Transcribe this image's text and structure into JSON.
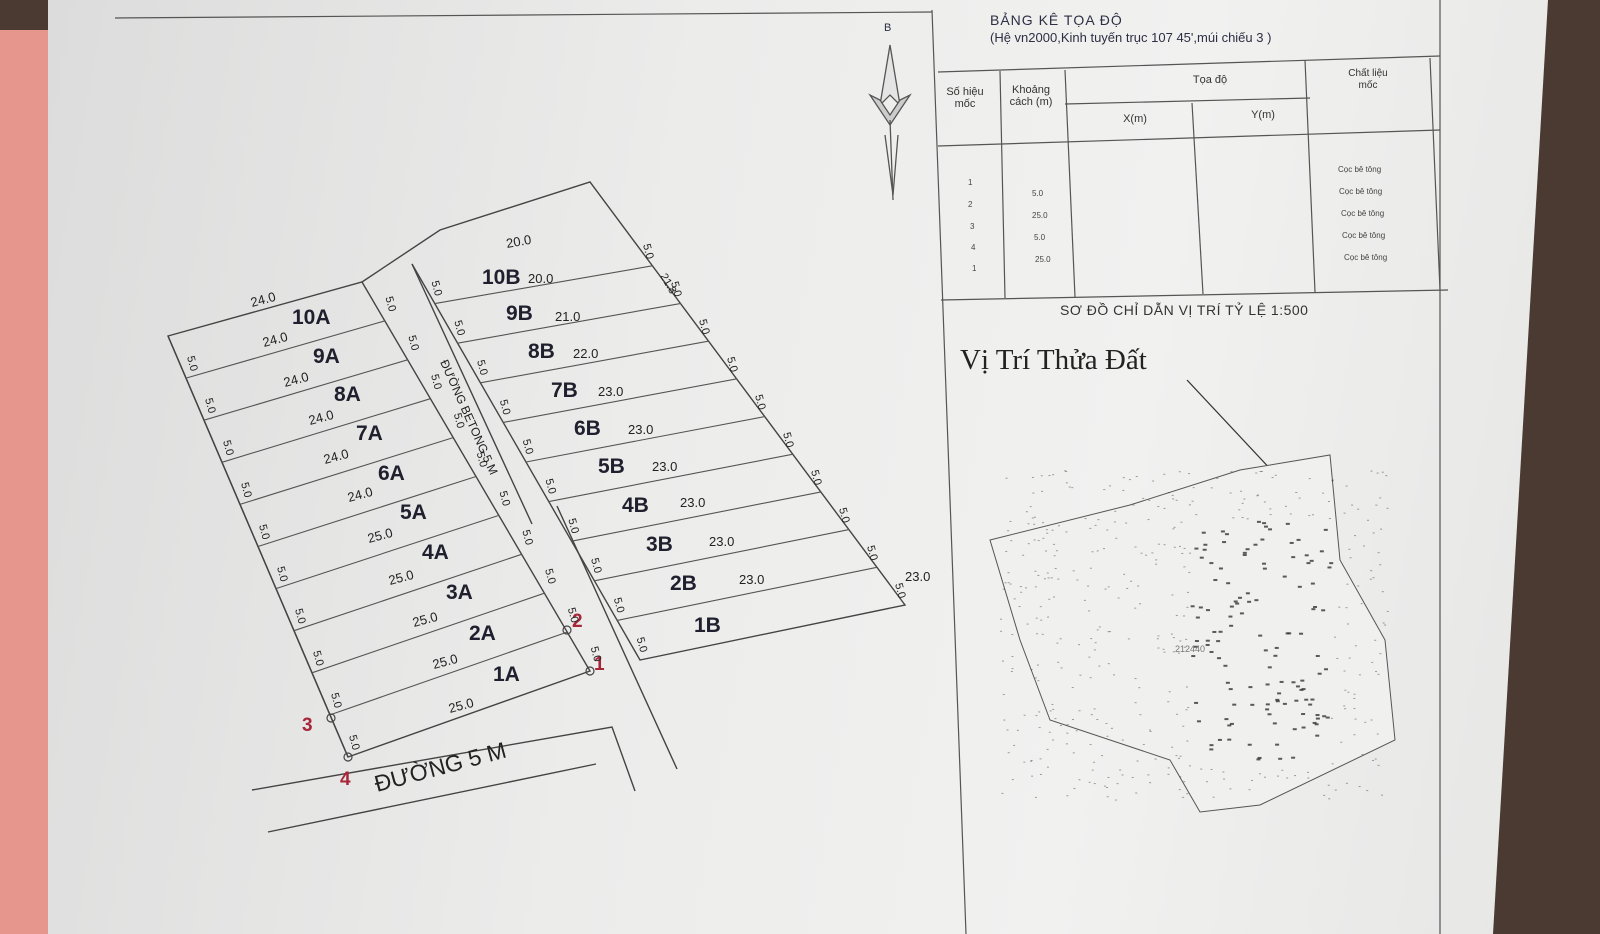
{
  "header": {
    "north_label": "B",
    "coord_table_title": "BẢNG KÊ TỌA ĐỘ",
    "coord_table_subtitle": "(Hệ vn2000,Kinh tuyến trục 107 45',múi chiếu 3 )"
  },
  "coord_table": {
    "columns": {
      "marker_no": "Số hiệu mốc",
      "distance": "Khoảng cách (m)",
      "coordinates": "Tọa độ",
      "x": "X(m)",
      "y": "Y(m)",
      "material": "Chất liệu mốc"
    },
    "rows": [
      {
        "marker": "1",
        "distance": "",
        "material": "Cọc bê tông"
      },
      {
        "marker": "2",
        "distance": "5.0",
        "material": "Cọc bê tông"
      },
      {
        "marker": "3",
        "distance": "25.0",
        "material": "Cọc bê tông"
      },
      {
        "marker": "4",
        "distance": "5.0",
        "material": "Cọc bê tông"
      },
      {
        "marker": "1",
        "distance": "25.0",
        "material": "Cọc bê tông"
      }
    ]
  },
  "location_map": {
    "scale_title": "SƠ ĐỒ CHỈ DẪN VỊ TRÍ TỶ LỆ 1:500",
    "heading": "Vị Trí Thửa Đất",
    "parcel_no": "212440"
  },
  "site_plan": {
    "road_main": "ĐƯỜNG 5 M",
    "road_inner": "ĐƯỜNG BETONG 5 M",
    "markers": [
      "1",
      "2",
      "3",
      "4"
    ],
    "lots_a": [
      {
        "name": "10A",
        "length": "24.0"
      },
      {
        "name": "9A",
        "length": "24.0"
      },
      {
        "name": "8A",
        "length": "24.0"
      },
      {
        "name": "7A",
        "length": "24.0"
      },
      {
        "name": "6A",
        "length": "24.0"
      },
      {
        "name": "5A",
        "length": "24.0"
      },
      {
        "name": "4A",
        "length": "25.0"
      },
      {
        "name": "3A",
        "length": "25.0"
      },
      {
        "name": "2A",
        "length": "25.0"
      },
      {
        "name": "1A",
        "length": "25.0"
      }
    ],
    "bottom_edge_length": "25.0",
    "lots_b": [
      {
        "name": "10B",
        "length": "20.0"
      },
      {
        "name": "9B",
        "length": "21.0"
      },
      {
        "name": "8B",
        "length": "22.0"
      },
      {
        "name": "7B",
        "length": "23.0"
      },
      {
        "name": "6B",
        "length": "23.0"
      },
      {
        "name": "5B",
        "length": "23.0"
      },
      {
        "name": "4B",
        "length": "23.0"
      },
      {
        "name": "3B",
        "length": "23.0"
      },
      {
        "name": "2B",
        "length": "23.0"
      },
      {
        "name": "1B",
        "length": "23.0"
      }
    ],
    "top_edge_length": "20.0",
    "frontage": "5.0",
    "side_length_10b": "21.8"
  }
}
